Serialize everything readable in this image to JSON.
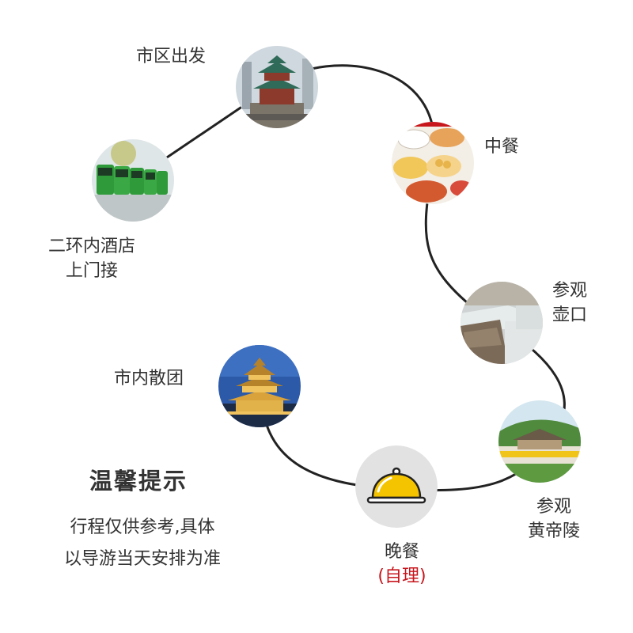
{
  "stops": [
    {
      "id": "hotel",
      "lines": [
        "二环内酒店",
        "上门接"
      ]
    },
    {
      "id": "city",
      "lines": [
        "市区出发"
      ]
    },
    {
      "id": "lunch",
      "lines": [
        "中餐"
      ]
    },
    {
      "id": "hukou",
      "lines": [
        "参观",
        "壶口"
      ]
    },
    {
      "id": "huangdi",
      "lines": [
        "参观",
        "黄帝陵"
      ]
    },
    {
      "id": "dinner",
      "lines": [
        "晚餐"
      ],
      "note": "(自理)"
    },
    {
      "id": "disband",
      "lines": [
        "市内散团"
      ]
    }
  ],
  "tip": {
    "title": "温馨提示",
    "lines": [
      "行程仅供参考,具体",
      "以导游当天安排为准"
    ]
  },
  "colors": {
    "path": "#222222",
    "accent": "#c8161d",
    "cloche": "#f5c400"
  },
  "icons": [
    "bus-photo",
    "bell-tower-photo",
    "food-photo",
    "waterfall-photo",
    "mausoleum-photo",
    "cloche-icon",
    "night-tower-photo"
  ]
}
